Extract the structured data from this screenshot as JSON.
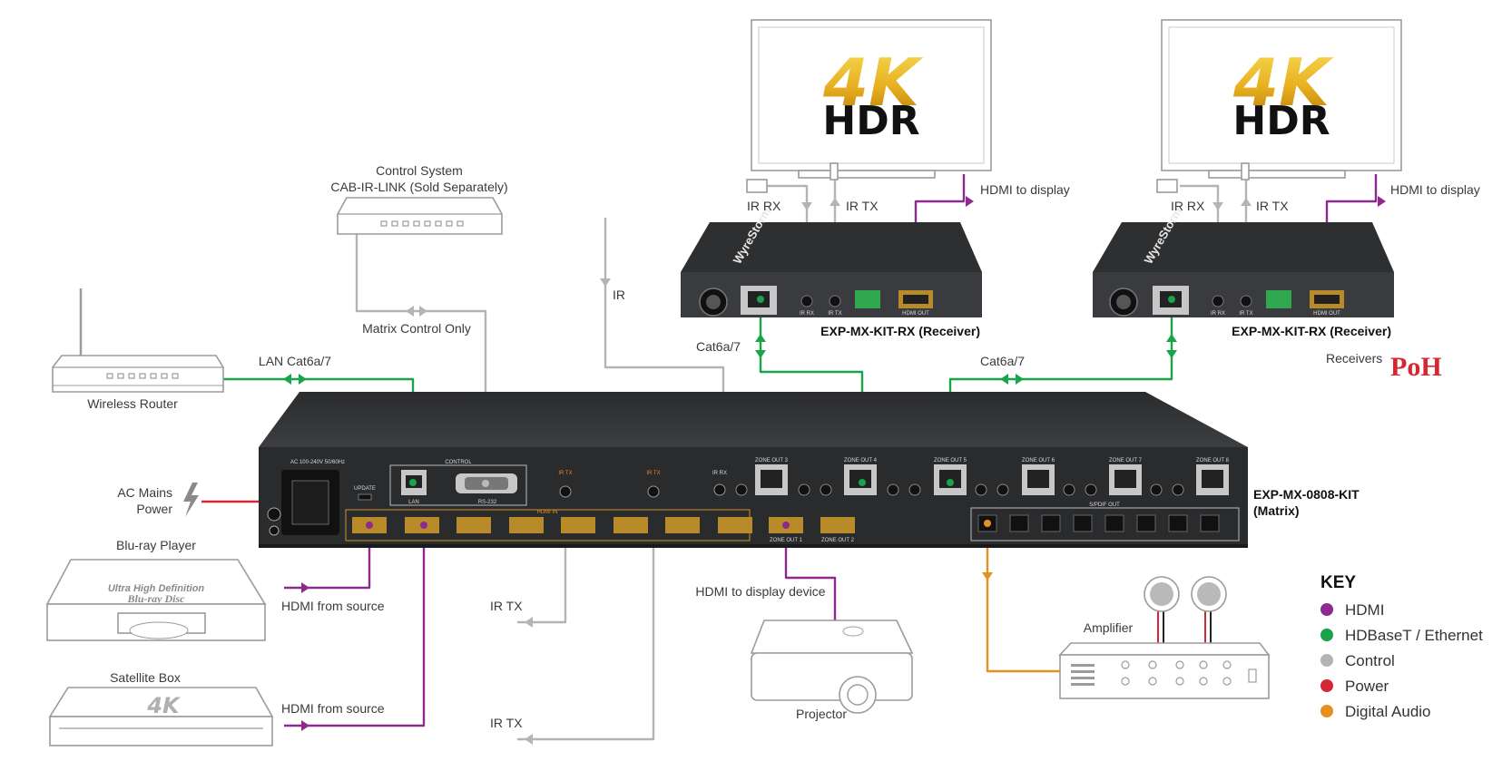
{
  "colors": {
    "hdmi": "#8e2a8e",
    "hdbaset": "#1ba34a",
    "control": "#b4b4b4",
    "power": "#d62633",
    "audio": "#e5901f"
  },
  "labels": {
    "control_system_line1": "Control System",
    "control_system_line2": "CAB-IR-LINK (Sold Separately)",
    "ir": "IR",
    "matrix_control_only": "Matrix Control Only",
    "lan_cat": "LAN Cat6a/7",
    "wireless_router": "Wireless Router",
    "ac_mains_line1": "AC Mains",
    "ac_mains_line2": "Power",
    "bluray_player": "Blu-ray Player",
    "hdmi_from_source_1": "HDMI from source",
    "ir_tx_1": "IR TX",
    "satellite_box": "Satellite Box",
    "hdmi_from_source_2": "HDMI from source",
    "ir_tx_2": "IR TX",
    "hdmi_to_display_device": "HDMI to display device",
    "projector": "Projector",
    "amplifier": "Amplifier",
    "matrix_line1": "EXP-MX-0808-KIT",
    "matrix_line2": "(Matrix)",
    "receiver_1": "EXP-MX-KIT-RX (Receiver)",
    "receiver_2": "EXP-MX-KIT-RX (Receiver)",
    "cat_left": "Cat6a/7",
    "cat_right": "Cat6a/7",
    "ir_rx_left": "IR RX",
    "ir_tx_left": "IR TX",
    "hdmi_to_display_left": "HDMI to display",
    "ir_rx_right": "IR RX",
    "ir_tx_right": "IR TX",
    "hdmi_to_display_right": "HDMI to display",
    "receivers_poh": "Receivers",
    "poh_logo": "PoH"
  },
  "tv": {
    "left": {
      "big": "4K",
      "small": "HDR"
    },
    "right": {
      "big": "4K",
      "small": "HDR"
    }
  },
  "matrix_panel": {
    "ac_rating": "AC 100-240V 50/60Hz",
    "control": "CONTROL",
    "lan": "LAN",
    "rs232": "RS-232",
    "update": "UPDATE",
    "hdmi_in": "HDMI IN",
    "spdif_out": "S/PDIF OUT",
    "zone_out_1": "ZONE OUT 1",
    "zone_out_2": "ZONE OUT 2",
    "zone_out_3": "ZONE OUT 3",
    "zone_out_4": "ZONE OUT 4",
    "zone_out_5": "ZONE OUT 5",
    "zone_out_6": "ZONE OUT 6",
    "zone_out_7": "ZONE OUT 7",
    "zone_out_8": "ZONE OUT 8",
    "ir_tx": "IR TX",
    "ir_rx": "IR RX"
  },
  "receiver_panel": {
    "brand": "WyreStorm",
    "ir_rx": "IR RX",
    "ir_tx": "IR TX",
    "hdmi_out": "HDMI OUT"
  },
  "bluray_logo_line1": "Ultra High Definition",
  "bluray_logo_line2": "Blu-ray Disc",
  "satellite_logo": "4K",
  "key": {
    "title": "KEY",
    "items": [
      {
        "label": "HDMI",
        "color": "#8e2a8e"
      },
      {
        "label": "HDBaseT / Ethernet",
        "color": "#1ba34a"
      },
      {
        "label": "Control",
        "color": "#b4b4b4"
      },
      {
        "label": "Power",
        "color": "#d62633"
      },
      {
        "label": "Digital Audio",
        "color": "#e5901f"
      }
    ]
  }
}
